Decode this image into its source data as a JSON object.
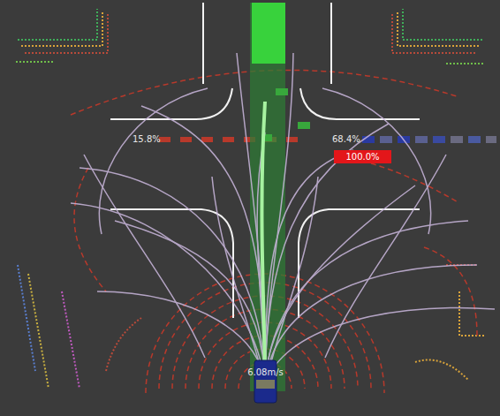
{
  "diagram": {
    "nodes": [
      {
        "text": [
          "100.0%"
        ]
      }
    ],
    "labels": [
      "15.8%",
      "68.4%",
      "6.08m/s"
    ]
  }
}
